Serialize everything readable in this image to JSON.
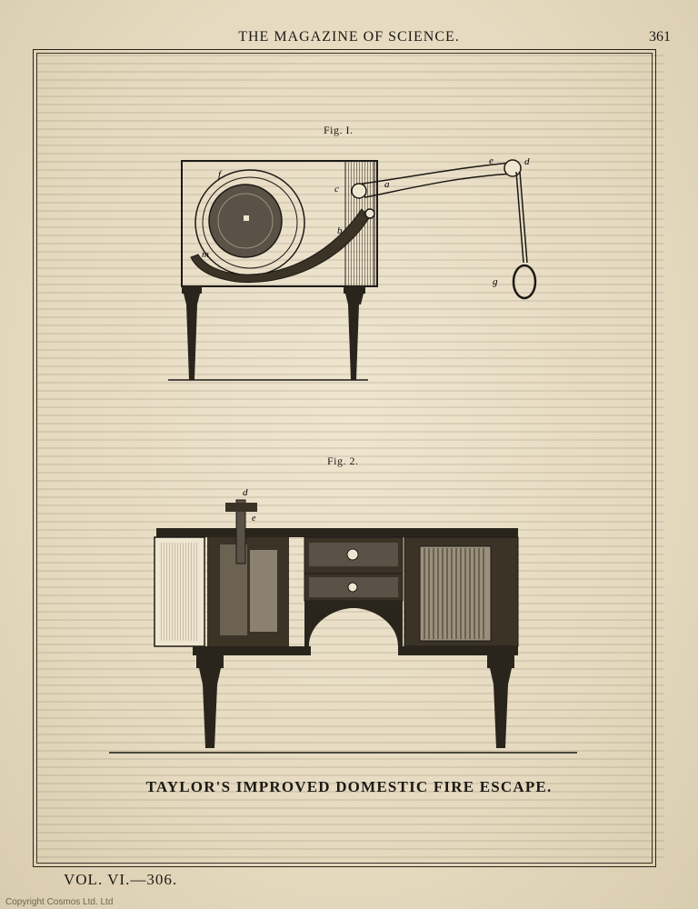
{
  "header": {
    "running_title": "THE MAGAZINE OF SCIENCE.",
    "page_number": "361"
  },
  "figures": {
    "fig1": {
      "label": "Fig. I.",
      "letters": [
        "f",
        "e",
        "d",
        "c",
        "a",
        "b",
        "m",
        "g"
      ]
    },
    "fig2": {
      "label": "Fig. 2.",
      "letters": [
        "d",
        "e"
      ]
    }
  },
  "caption": "TAYLOR'S IMPROVED DOMESTIC FIRE ESCAPE.",
  "footer": {
    "volume": "VOL. VI.—306."
  },
  "watermark": "Copyright Cosmos Ltd. Ltd"
}
